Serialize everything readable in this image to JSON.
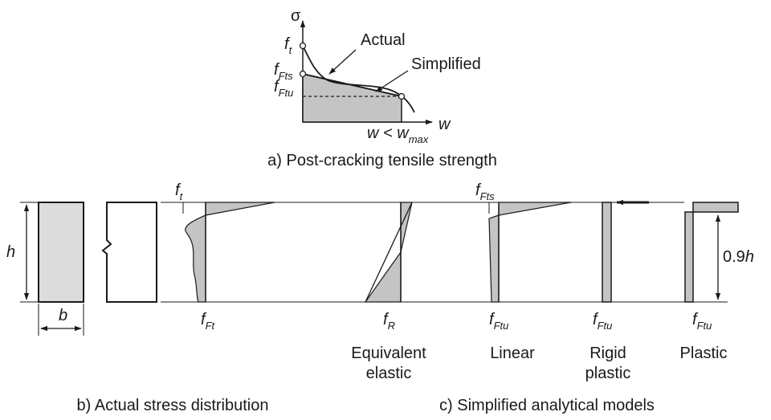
{
  "colors": {
    "fill": "#c4c4c4",
    "section_fill": "#dcdcdc",
    "stroke": "#1a1a1a",
    "background": "#ffffff"
  },
  "panel_a": {
    "caption": "a) Post-cracking tensile strength",
    "axis_y": "σ",
    "axis_x": "w",
    "curve_actual": "Actual",
    "curve_simplified": "Simplified",
    "f_main": "f",
    "sub_t": "t",
    "sub_fts": "Fts",
    "sub_ftu": "Ftu",
    "limit_main": "w < w",
    "limit_sub": "max"
  },
  "panel_b": {
    "caption": "b) Actual stress distribution",
    "height_label": "h",
    "width_label": "b",
    "ft_main": "f",
    "ft_sub": "t",
    "fFt_main": "f",
    "fFt_sub": "Ft"
  },
  "panel_c": {
    "caption": "c) Simplified analytical models",
    "models": [
      {
        "name_line1": "Equivalent",
        "name_line2": "elastic",
        "stress_main": "f",
        "stress_sub": "R"
      },
      {
        "name_line1": "Linear",
        "name_line2": "",
        "stress_main": "f",
        "stress_sub": "Ftu",
        "top_main": "f",
        "top_sub": "Fts"
      },
      {
        "name_line1": "Rigid",
        "name_line2": "plastic",
        "stress_main": "f",
        "stress_sub": "Ftu"
      },
      {
        "name_line1": "Plastic",
        "name_line2": "",
        "stress_main": "f",
        "stress_sub": "Ftu",
        "lever_value": "0.9",
        "lever_unit": "h"
      }
    ]
  }
}
